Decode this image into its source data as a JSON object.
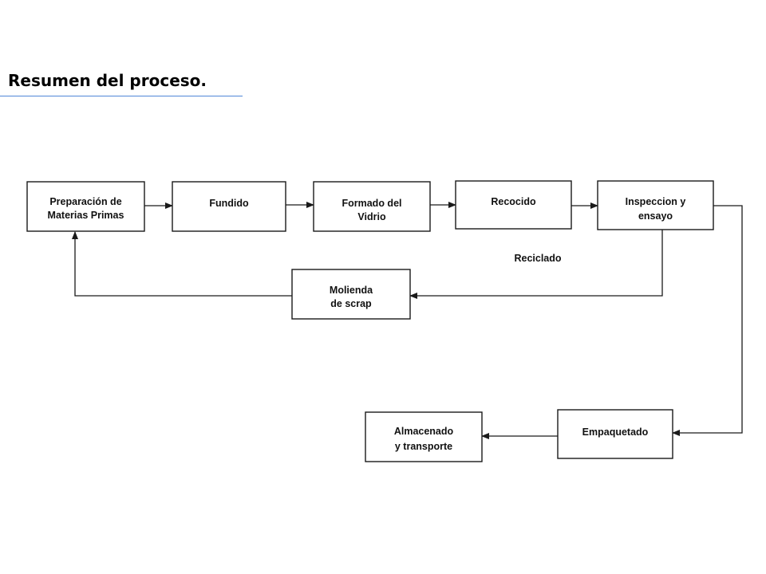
{
  "slide": {
    "title": "Resumen del proceso."
  },
  "nodes": {
    "preparacion": [
      "Preparación de",
      "Materias Primas"
    ],
    "fundido": [
      "Fundido"
    ],
    "formado": [
      "Formado del",
      "Vidrio"
    ],
    "recocido": [
      "Recocido"
    ],
    "inspeccion": [
      "Inspeccion y",
      "ensayo"
    ],
    "molienda": [
      "Molienda",
      "de scrap"
    ],
    "empaquetado": [
      "Empaquetado"
    ],
    "almacenado": [
      "Almacenado",
      "y transporte"
    ]
  },
  "edge_labels": {
    "reciclado": "Reciclado"
  }
}
